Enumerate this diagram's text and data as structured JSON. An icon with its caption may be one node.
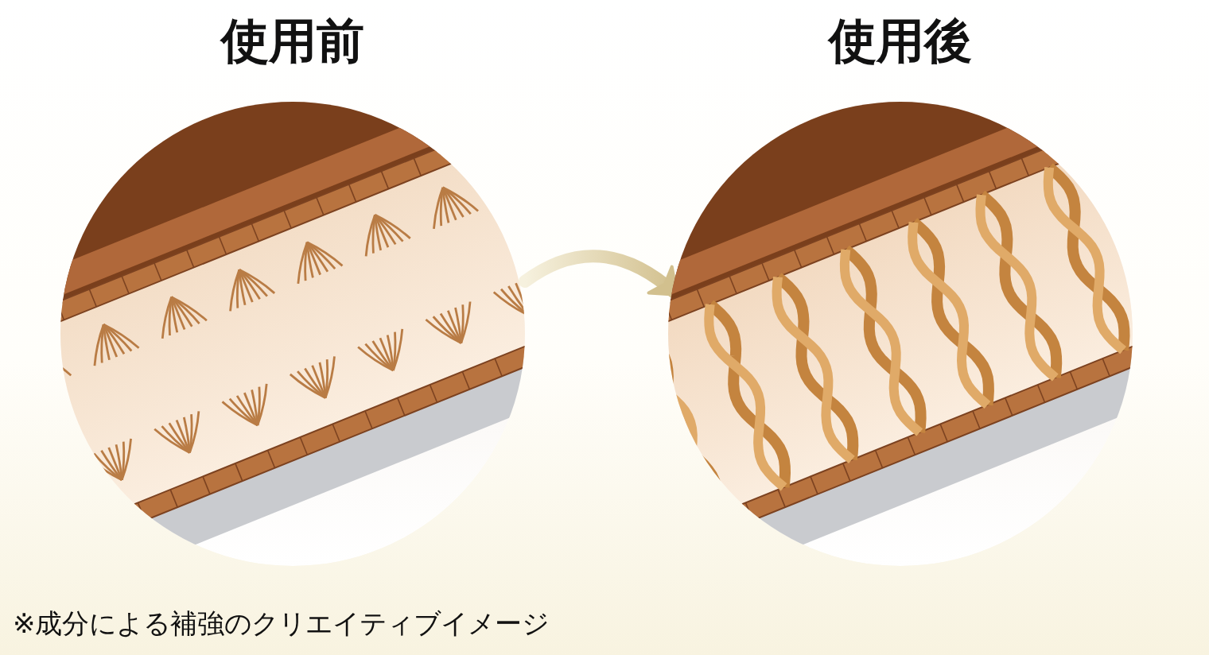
{
  "diagram": {
    "nodes": [
      {
        "text": [
          "使用前"
        ]
      },
      {
        "text": [
          "使用後"
        ]
      }
    ],
    "edges": [
      {
        "from": 0,
        "to": 1,
        "arrow": "to"
      }
    ],
    "labels": [
      "※成分による補強のクリエイティブイメージ"
    ]
  }
}
